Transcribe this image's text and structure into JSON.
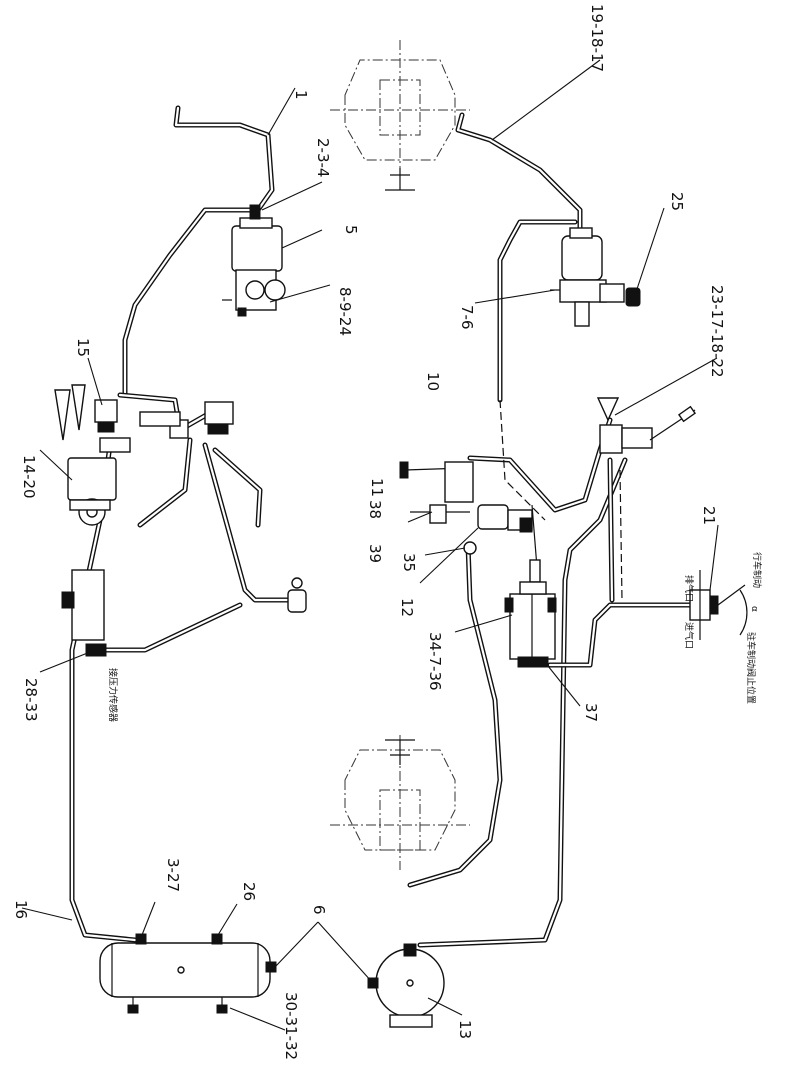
{
  "labels": {
    "l1": "1",
    "l2_3_4": "2-3-4",
    "l5": "5",
    "l8_9_24": "8-9-24",
    "l15": "15",
    "l14_20": "14-20",
    "l28_33": "28-33",
    "l19_18_17": "19-18-17",
    "l25": "25",
    "l7_6": "7-6",
    "l10": "10",
    "l23_17_18_22": "23-17-18-22",
    "l11": "11",
    "l38": "38",
    "l39": "39",
    "l35": "35",
    "l12": "12",
    "l34_7_36": "34-7-36",
    "l37": "37",
    "l21": "21",
    "l16": "16",
    "l3_27": "3-27",
    "l26": "26",
    "l6": "6",
    "l13": "13",
    "l30_31_32": "30-31-32"
  },
  "annotations": {
    "drive_pos": "行车制动",
    "park_pos": "驻车制动阀止位置",
    "angle": "α",
    "vent_a": "排气口",
    "vent_b": "进气口",
    "brake_note": "接压力传感器"
  }
}
